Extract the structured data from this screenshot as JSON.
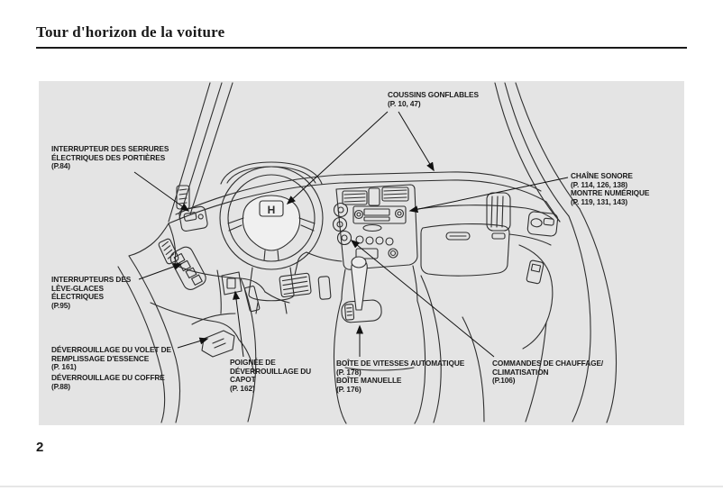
{
  "page": {
    "title": "Tour d'horizon de la voiture",
    "page_number": "2"
  },
  "diagram": {
    "steering_logo": "H",
    "labels": [
      {
        "id": "airbags",
        "text": "COUSSINS GONFLABLES\n(P. 10, 47)"
      },
      {
        "id": "door-locks",
        "text": "INTERRUPTEUR DES SERRURES\nÉLECTRIQUES DES PORTIÈRES\n(P.84)"
      },
      {
        "id": "audio-clock",
        "text": "CHAÎNE SONORE\n(P. 114, 126, 138)\nMONTRE NUMÉRIQUE\n(P. 119, 131, 143)"
      },
      {
        "id": "power-windows",
        "text": "INTERRUPTEURS DES\nLÈVE-GLACES\nÉLECTRIQUES\n(P.95)"
      },
      {
        "id": "fuel-release",
        "text": "DÉVERROUILLAGE DU VOLET DE\nREMPLISSAGE D'ESSENCE\n(P. 161)"
      },
      {
        "id": "trunk-release",
        "text": "DÉVERROUILLAGE DU COFFRE\n(P.88)"
      },
      {
        "id": "hood-release",
        "text": "POIGNÉE DE\nDÉVERROUILLAGE DU\nCAPOT\n(P. 162)"
      },
      {
        "id": "gearbox",
        "text": "BOÎTE DE VITESSES AUTOMATIQUE\n(P. 178)\nBOÎTE MANUELLE\n(P. 176)"
      },
      {
        "id": "hvac",
        "text": "COMMANDES DE CHAUFFAGE/\nCLIMATISATION\n(P.106)"
      }
    ],
    "colors": {
      "page_background": "#ffffff",
      "diagram_background": "#e4e4e4",
      "line_art": "#2f2f2f",
      "text": "#1b1b1b"
    }
  }
}
